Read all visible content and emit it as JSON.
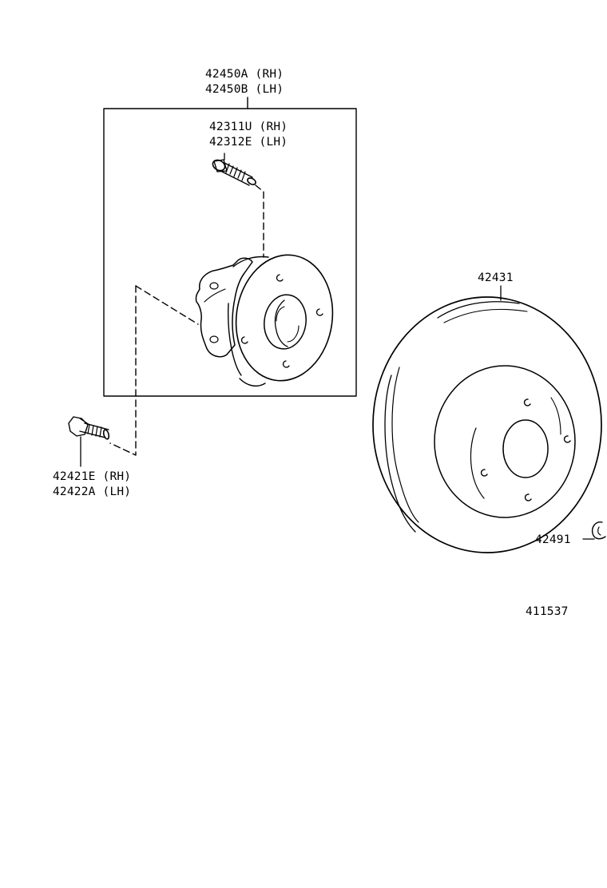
{
  "colors": {
    "line": "#000000",
    "background": "#ffffff"
  },
  "labels": {
    "hub_assembly": {
      "rh": "42450A (RH)",
      "lh": "42450B (LH)"
    },
    "hub_bolt": {
      "rh": "42311U (RH)",
      "lh": "42312E (LH)"
    },
    "mount_bolt": {
      "rh": "42421E (RH)",
      "lh": "42422A (LH)"
    },
    "disc": "42431",
    "plug": "42491",
    "illustration_number": "411537"
  }
}
